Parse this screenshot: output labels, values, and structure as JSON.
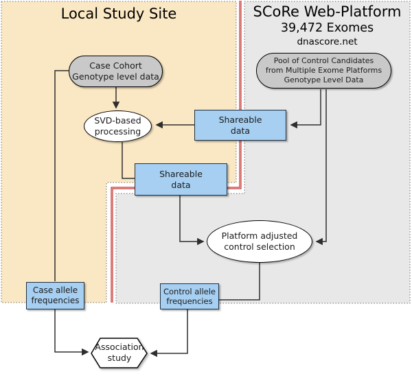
{
  "regions": {
    "local": {
      "title": "Local Study Site"
    },
    "score": {
      "title": "SCoRe Web-Platform",
      "exome_count": "39,472 Exomes",
      "url": "dnascore.net"
    }
  },
  "nodes": {
    "case_cohort": {
      "label": "Case Cohort\nGenotype level data",
      "shape": "stadium"
    },
    "pool": {
      "label": "Pool of Control Candidates\nfrom Multiple Exome Platforms\nGenotype Level Data",
      "shape": "stadium"
    },
    "svd": {
      "label": "SVD-based\nprocessing",
      "shape": "ellipse"
    },
    "shareable_top": {
      "label": "Shareable\ndata",
      "shape": "rect"
    },
    "shareable_mid": {
      "label": "Shareable\ndata",
      "shape": "rect"
    },
    "platform_adjusted": {
      "label": "Platform adjusted\ncontrol selection",
      "shape": "ellipse"
    },
    "case_allele": {
      "label": "Case allele\nfrequencies",
      "shape": "rect"
    },
    "control_allele": {
      "label": "Control allele\nfrequencies",
      "shape": "rect"
    },
    "association": {
      "label": "Association\nstudy",
      "shape": "hexagon"
    }
  },
  "colors": {
    "cream": "#FAE7C3",
    "panel": "#E8E8E8",
    "blue_node": "#A6CFF2",
    "gray_node": "#C9C9C9",
    "boundary_red": "#C00000",
    "line": "#2E2E2E"
  }
}
